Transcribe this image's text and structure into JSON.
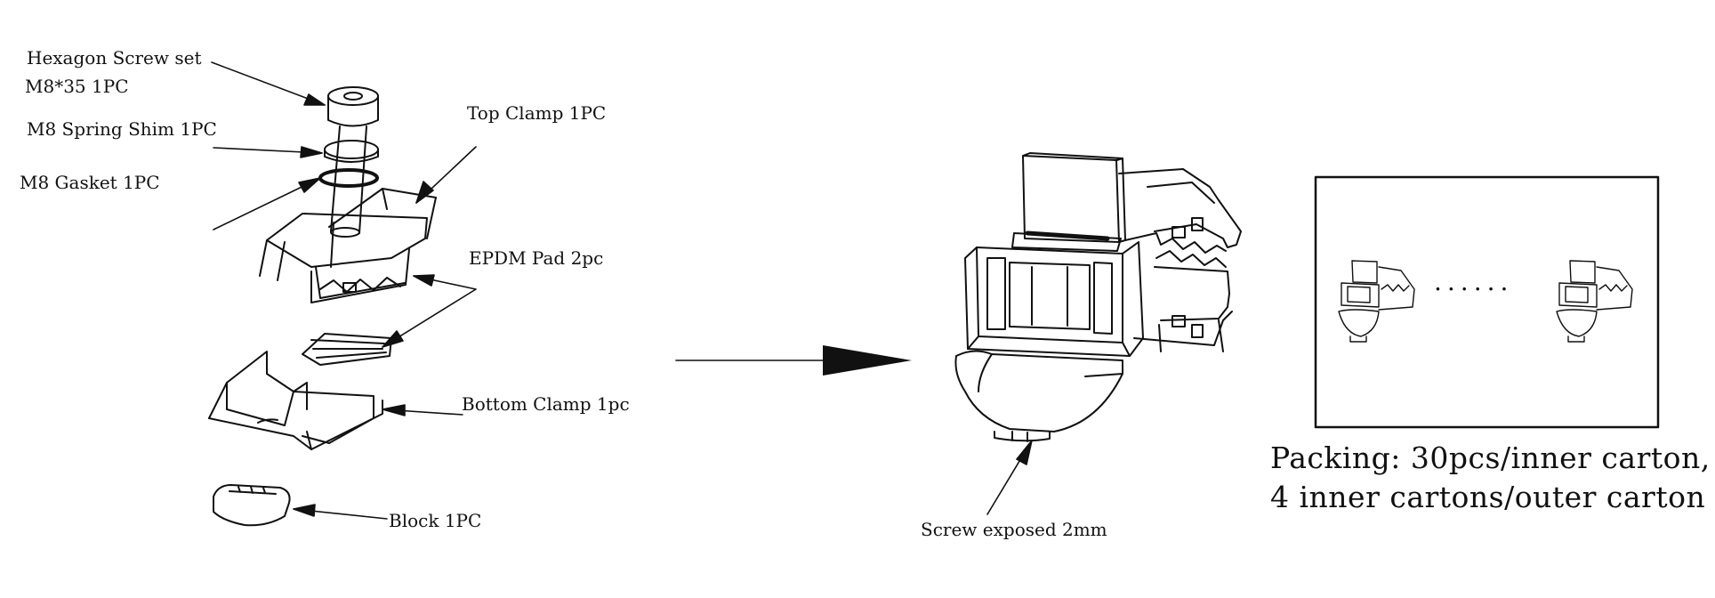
{
  "labels": {
    "hexagon_screw_line1": "Hexagon Screw set",
    "hexagon_screw_line2": "M8*35 1PC",
    "spring_shim": "M8 Spring Shim 1PC",
    "gasket": "M8 Gasket 1PC",
    "top_clamp": "Top Clamp 1PC",
    "epdm_pad": "EPDM Pad 2pc",
    "bottom_clamp": "Bottom Clamp 1pc",
    "block": "Block 1PC",
    "screw_exposed": "Screw exposed 2mm",
    "packing_line1": "Packing: 30pcs/inner carton,",
    "packing_line2": "4 inner cartons/outer carton",
    "dots": "......"
  }
}
